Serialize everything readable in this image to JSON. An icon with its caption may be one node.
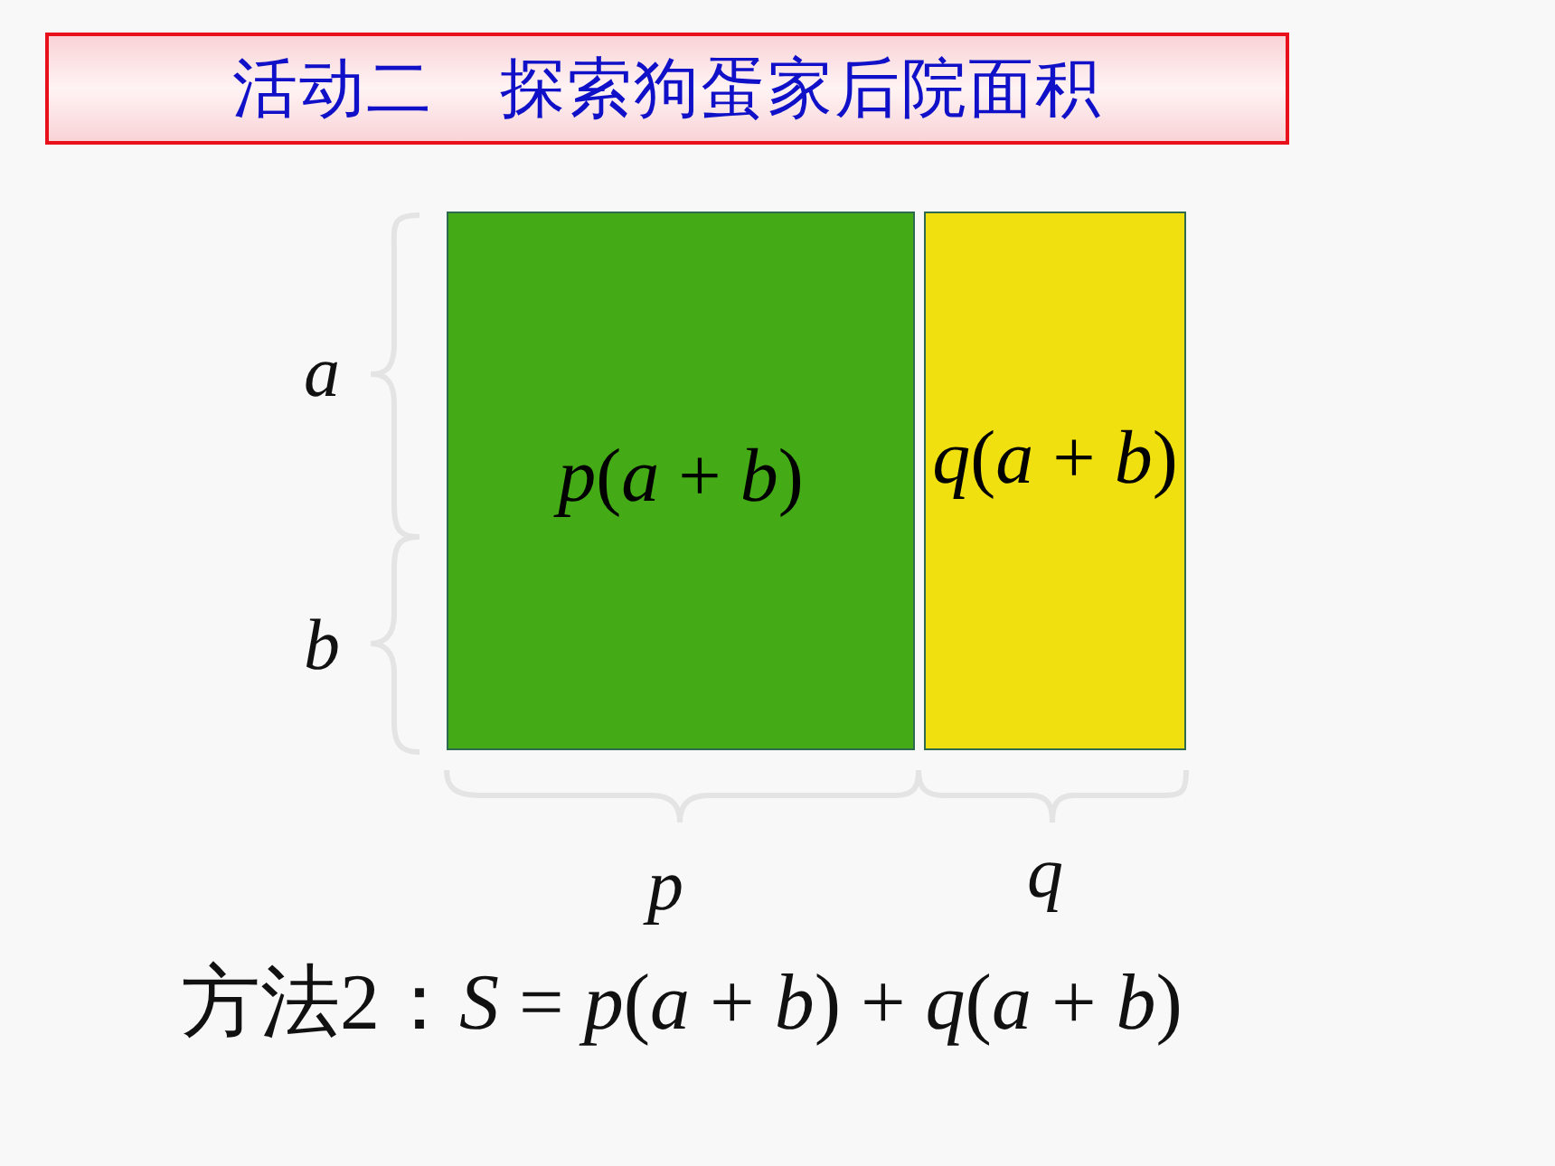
{
  "diagram": {
    "title": "活动二　探索狗蛋家后院面积",
    "nodes": [
      {
        "text": [
          "*p*(*a* + *b*)"
        ]
      },
      {
        "text": [
          "*q*(*a* + *b*)"
        ]
      }
    ],
    "labels": [
      "a",
      "b",
      "p",
      "q",
      "方法2：*S* = *p*(*a* + *b*) + *q*(*a* + *b*)"
    ]
  }
}
